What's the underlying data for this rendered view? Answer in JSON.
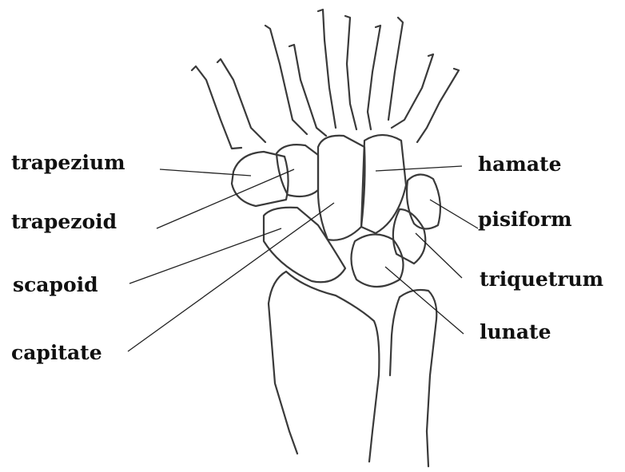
{
  "labels": {
    "trapezium": "trapezium",
    "trapezoid": "trapezoid",
    "scapoid": "scapoid",
    "capitate": "capitate",
    "hamate": "hamate",
    "pisiform": "pisiform",
    "triquetrum": "triquetrum",
    "lunate": "lunate"
  }
}
